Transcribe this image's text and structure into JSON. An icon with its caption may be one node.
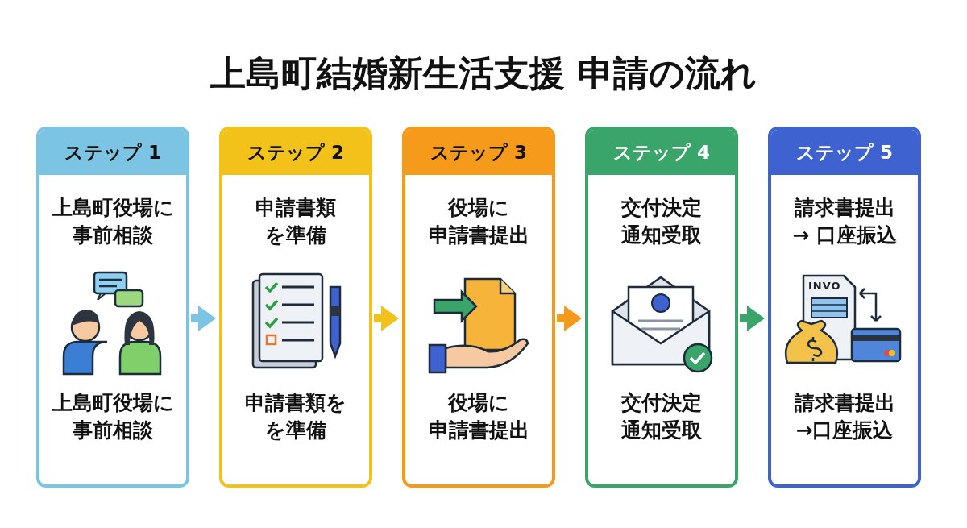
{
  "diagram": {
    "title": "上島町結婚新生活支援 申請の流れ",
    "nodes": [
      {
        "text": [
          "ステップ 1",
          "上島町役場に事前相談",
          "上島町役場に事前相談"
        ]
      },
      {
        "text": [
          "ステップ 2",
          "申請書類を準備",
          "申請書類をを準備"
        ]
      },
      {
        "text": [
          "ステップ 3",
          "役場に申請書提出",
          "役場に申請書提出"
        ]
      },
      {
        "text": [
          "ステップ 4",
          "交付決定通知受取",
          "交付決定通知受取"
        ]
      },
      {
        "text": [
          "ステップ 5",
          "請求書提出 → 口座振込",
          "請求書提出→口座振込"
        ]
      }
    ],
    "edges": [
      {
        "from": 0,
        "to": 1,
        "arrow": "to",
        "color": "#7cc4e4"
      },
      {
        "from": 1,
        "to": 2,
        "arrow": "to",
        "color": "#f2c21b"
      },
      {
        "from": 2,
        "to": 3,
        "arrow": "to",
        "color": "#f59a1b"
      },
      {
        "from": 3,
        "to": 4,
        "arrow": "to",
        "color": "#3aa56a"
      }
    ],
    "labels": [
      "INVO"
    ]
  }
}
